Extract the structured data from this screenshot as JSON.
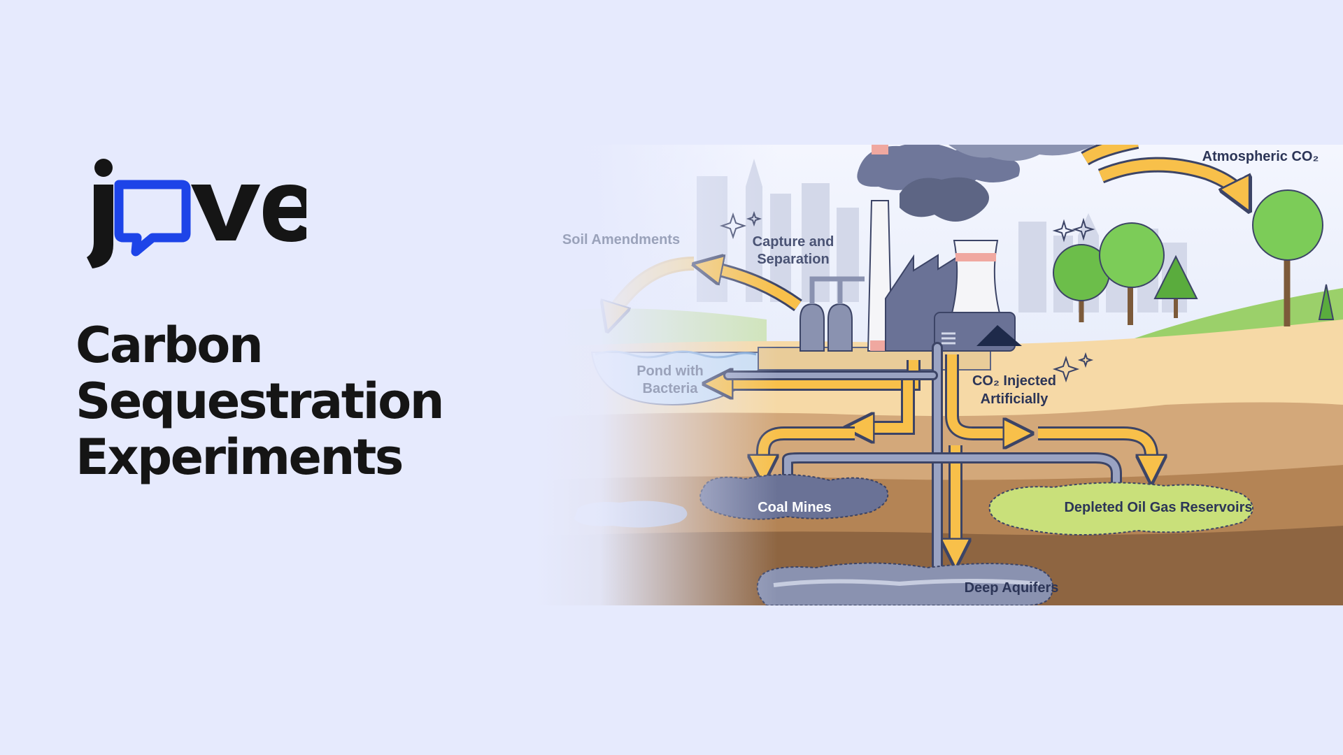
{
  "brand": {
    "logo_text": "jove",
    "colors": {
      "text": "#151515",
      "accent": "#1d44e8",
      "background": "#e6eafd"
    }
  },
  "title_lines": [
    "Carbon",
    "Sequestration",
    "Experiments"
  ],
  "diagram": {
    "labels": {
      "atmospheric": "Atmospheric CO₂",
      "soil": "Soil Amendments",
      "capture_1": "Capture and",
      "capture_2": "Separation",
      "pond_1": "Pond with",
      "pond_2": "Bacteria",
      "injected_1": "CO₂ Injected",
      "injected_2": "Artificially",
      "coal": "Coal Mines",
      "depleted": "Depleted Oil Gas Reservoirs",
      "aquifers": "Deep Aquifers"
    },
    "colors": {
      "arrow": "#f8c04a",
      "pipe": "#7b86a8",
      "soil_top": "#f6d9a6",
      "soil_mid": "#c4976a",
      "soil_deep": "#8e6541",
      "reservoir": "#c9e07a",
      "smoke": "#5d6584",
      "tree": "#6cbe4a"
    }
  }
}
